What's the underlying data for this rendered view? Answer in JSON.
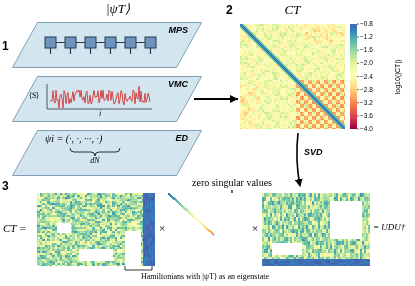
{
  "diagram": {
    "nodes": [
      {
        "text": [
          "MPS"
        ]
      },
      {
        "text": [
          "VMC"
        ]
      },
      {
        "text": [
          "ED"
        ]
      },
      {
        "text": [
          "CT"
        ]
      }
    ],
    "edges": [
      {
        "from": 1,
        "to": 3,
        "arrow": "to"
      }
    ],
    "labels": [
      "|ψT⟩",
      "1",
      "⟨S⟩",
      "i",
      "ψi = (·, ·, ···, ·)",
      "dN",
      "2",
      "−0.8",
      "−1.2",
      "−1.6",
      "−2.0",
      "−2.4",
      "−2.8",
      "−3.2",
      "−3.6",
      "−4.0",
      "log10(|CT|)",
      "SVD",
      "3",
      "CT =",
      "×",
      "×",
      "= UDU†",
      "zero singular values",
      "Hamiltonians with |ψT⟩ as an eigenstate"
    ]
  }
}
